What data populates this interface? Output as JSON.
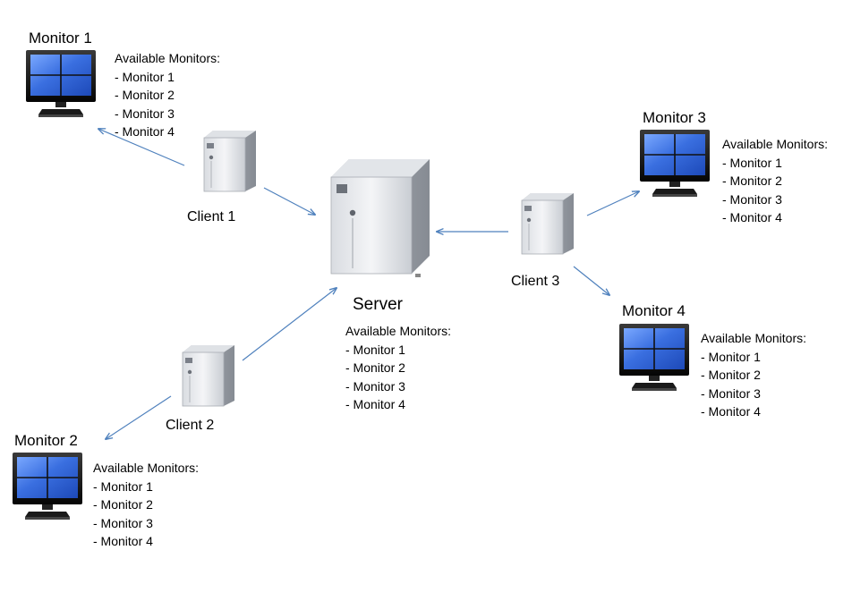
{
  "server": {
    "label": "Server",
    "list_header": "Available Monitors:",
    "items": [
      "- Monitor 1",
      "- Monitor 2",
      "- Monitor 3",
      "- Monitor 4"
    ]
  },
  "clients": [
    {
      "label": "Client 1"
    },
    {
      "label": "Client 2"
    },
    {
      "label": "Client 3"
    }
  ],
  "monitors": [
    {
      "title": "Monitor 1",
      "list_header": "Available Monitors:",
      "items": [
        "- Monitor 1",
        "- Monitor 2",
        "- Monitor 3",
        "- Monitor 4"
      ]
    },
    {
      "title": "Monitor 2",
      "list_header": "Available Monitors:",
      "items": [
        "- Monitor 1",
        "- Monitor 2",
        "- Monitor 3",
        "- Monitor 4"
      ]
    },
    {
      "title": "Monitor 3",
      "list_header": "Available Monitors:",
      "items": [
        "- Monitor 1",
        "- Monitor 2",
        "- Monitor 3",
        "- Monitor 4"
      ]
    },
    {
      "title": "Monitor 4",
      "list_header": "Available Monitors:",
      "items": [
        "- Monitor 1",
        "- Monitor 2",
        "- Monitor 3",
        "- Monitor 4"
      ]
    }
  ],
  "colors": {
    "arrow": "#4f81bd",
    "screen": "#3a6fe0",
    "bezel": "#111111",
    "case_light": "#e9ebef",
    "case_dark": "#9ea3ab"
  },
  "icons": [
    "monitor-icon",
    "client-tower-icon",
    "server-tower-icon"
  ]
}
